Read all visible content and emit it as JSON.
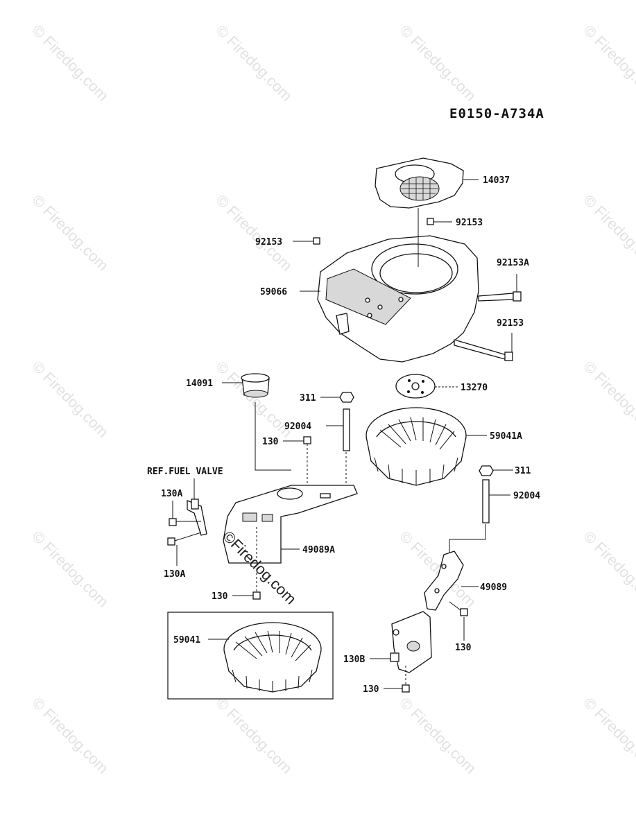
{
  "diagram_code": "E0150-A734A",
  "watermark": "© Firedog.com",
  "center_watermark": "©Firedog.com",
  "reference_note": "REF.FUEL VALVE",
  "parts": {
    "shroud_cap": "14037",
    "bolt_top": "92153",
    "bolt_left": "92153",
    "bolt_right_a": "92153A",
    "bolt_right": "92153",
    "housing": "59066",
    "cup": "14091",
    "nut_left": "311",
    "screen": "13270",
    "stud_left": "92004",
    "bolt_130_left": "130",
    "fan_a": "59041A",
    "nut_right": "311",
    "stud_right": "92004",
    "bolt_130a_top": "130A",
    "bolt_130a_bottom": "130A",
    "bracket_a": "49089A",
    "bolt_130_bottom_left": "130",
    "bracket": "49089",
    "fan_inset": "59041",
    "bolt_130_right": "130",
    "bolt_130b": "130B",
    "bolt_130_bottom_right": "130"
  }
}
